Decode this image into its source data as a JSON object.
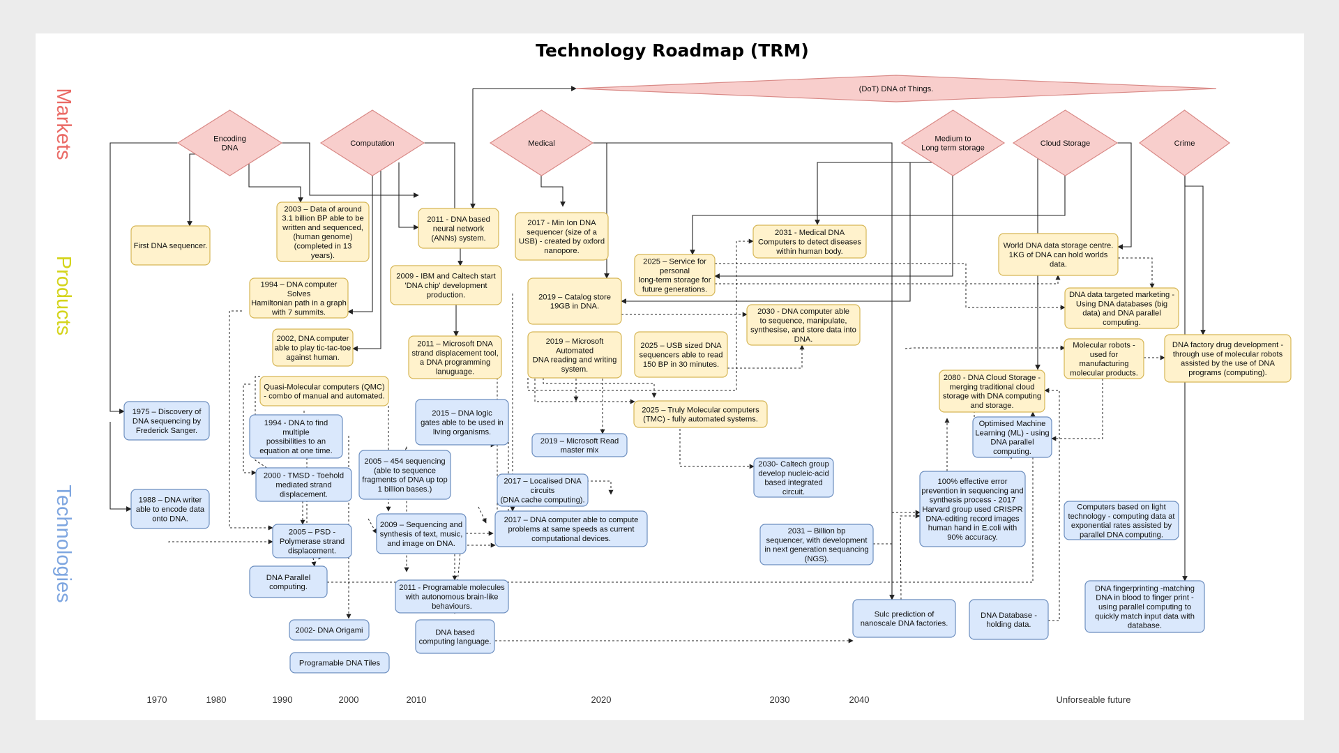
{
  "title": "Technology Roadmap (TRM)",
  "colors": {
    "market_fill": "#f8cecc",
    "market_stroke": "#d98a87",
    "product_fill": "#fff2cc",
    "product_stroke": "#d6b656",
    "tech_fill": "#dae8fc",
    "tech_stroke": "#6c8ebf",
    "band_markets": "#ea6b66",
    "band_products": "#d4d41c",
    "band_technologies": "#7ea6e0",
    "year_highlight": "#2d8a2d"
  },
  "bands": [
    {
      "id": "markets",
      "label": "Markets",
      "color": "#ea6b66"
    },
    {
      "id": "products",
      "label": "Products",
      "color": "#d4d41c"
    },
    {
      "id": "technologies",
      "label": "Technologies",
      "color": "#7ea6e0"
    }
  ],
  "years": [
    {
      "label": "1970",
      "color": "#333333"
    },
    {
      "label": "1980",
      "color": "#333333"
    },
    {
      "label": "1990",
      "color": "#333333"
    },
    {
      "label": "2000",
      "color": "#333333"
    },
    {
      "label": "2010",
      "color": "#333333"
    },
    {
      "label": "2020",
      "color": "#2d8a2d"
    },
    {
      "label": "2030",
      "color": "#333333"
    },
    {
      "label": "2040",
      "color": "#333333"
    },
    {
      "label": "Unforseable future",
      "color": "#333333"
    }
  ],
  "markets": [
    {
      "id": "m_dot",
      "lines": [
        "(DoT) DNA of Things."
      ]
    },
    {
      "id": "m_encoding",
      "lines": [
        "Encoding",
        "DNA"
      ]
    },
    {
      "id": "m_computation",
      "lines": [
        "Computation"
      ]
    },
    {
      "id": "m_medical",
      "lines": [
        "Medical"
      ]
    },
    {
      "id": "m_medium",
      "lines": [
        "Medium to",
        "Long term storage"
      ]
    },
    {
      "id": "m_cloud",
      "lines": [
        "Cloud Storage"
      ]
    },
    {
      "id": "m_crime",
      "lines": [
        "Crime"
      ]
    }
  ],
  "products": [
    {
      "id": "p_first",
      "lines": [
        "First DNA sequencer."
      ]
    },
    {
      "id": "p_2003",
      "lines": [
        "2003 – Data of around",
        "3.1 billion BP able to be",
        "written and sequenced,",
        "(human genome)",
        "(completed in 13",
        "years)."
      ]
    },
    {
      "id": "p_2011ann",
      "lines": [
        "2011 - DNA based",
        "neural network",
        "(ANNs) system."
      ]
    },
    {
      "id": "p_2017min",
      "lines": [
        "2017 - Min Ion DNA",
        "sequencer (size of a",
        "USB) - created by oxford",
        "nanopore."
      ]
    },
    {
      "id": "p_2031med",
      "lines": [
        "2031 - Medical DNA",
        "Computers to detect diseases",
        "within human body."
      ]
    },
    {
      "id": "p_world",
      "lines": [
        "World DNA data storage centre.",
        "1KG of DNA can hold worlds",
        "data."
      ]
    },
    {
      "id": "p_1994ham",
      "lines": [
        "1994 – DNA computer",
        "Solves",
        "Hamiltonian path in a graph",
        "with 7 summits."
      ]
    },
    {
      "id": "p_2009ibm",
      "lines": [
        "2009 - IBM and Caltech start",
        "'DNA chip' development",
        "production."
      ]
    },
    {
      "id": "p_2019cat",
      "lines": [
        "2019 – Catalog store",
        "19GB in DNA."
      ]
    },
    {
      "id": "p_2025svc",
      "lines": [
        "2025 – Service for",
        "personal",
        "long-term storage for",
        "future generations."
      ]
    },
    {
      "id": "p_2030comp",
      "lines": [
        "2030 - DNA computer able",
        "to sequence, manipulate,",
        "synthesise, and store data into",
        "DNA."
      ]
    },
    {
      "id": "p_target",
      "lines": [
        "DNA data targeted marketing -",
        "Using DNA databases (big",
        "data) and DNA parallel",
        "computing."
      ]
    },
    {
      "id": "p_2002tic",
      "lines": [
        "2002, DNA computer",
        "able to play tic-tac-toe",
        "against human."
      ]
    },
    {
      "id": "p_2011ms",
      "lines": [
        "2011 – Microsoft DNA",
        "strand displacement tool,",
        "a DNA programming",
        "lanuguage."
      ]
    },
    {
      "id": "p_2019auto",
      "lines": [
        "2019 – Microsoft",
        "Automated",
        "DNA reading and writing",
        "system."
      ]
    },
    {
      "id": "p_2025usb",
      "lines": [
        "2025 – USB sized DNA",
        "sequencers able to read",
        "150 BP in 30 minutes."
      ]
    },
    {
      "id": "p_robots",
      "lines": [
        "Molecular robots -",
        "used for",
        "manufacturing",
        "molecular products."
      ]
    },
    {
      "id": "p_factory",
      "lines": [
        "DNA factory drug development -",
        "through use of molecular robots",
        "assisted by the use of DNA",
        "programs (computing)."
      ]
    },
    {
      "id": "p_qmc",
      "lines": [
        "Quasi-Molecular computers (QMC)",
        "- combo of manual and automated."
      ]
    },
    {
      "id": "p_tmc",
      "lines": [
        "2025 – Truly Molecular computers",
        "(TMC) - fully automated systems."
      ]
    },
    {
      "id": "p_2080",
      "lines": [
        "2080 - DNA Cloud Storage -",
        "merging traditional cloud",
        "storage with DNA computing",
        "and storage."
      ]
    }
  ],
  "technologies": [
    {
      "id": "t_1975",
      "lines": [
        "1975 – Discovery of",
        "DNA sequencing by",
        "Frederick Sanger."
      ]
    },
    {
      "id": "t_1994eq",
      "lines": [
        "1994 - DNA to find",
        "multiple",
        "possibilities to an",
        "equation at one time."
      ]
    },
    {
      "id": "t_2015",
      "lines": [
        "2015 – DNA logic",
        "gates able to be used in",
        "living organisms."
      ]
    },
    {
      "id": "t_2019read",
      "lines": [
        "2019 – Microsoft Read",
        "master mix"
      ]
    },
    {
      "id": "t_ml",
      "lines": [
        "Optimised Machine",
        "Learning (ML) - using",
        "DNA parallel",
        "computing."
      ]
    },
    {
      "id": "t_2000tmsd",
      "lines": [
        "2000 - TMSD - Toehold",
        "mediated strand",
        "displacement."
      ]
    },
    {
      "id": "t_2005seq",
      "lines": [
        "2005 – 454 sequencing",
        "(able to sequence",
        "fragments of DNA up top",
        "1 billion bases.)"
      ]
    },
    {
      "id": "t_2017loc",
      "lines": [
        "2017 – Localised DNA",
        "circuits",
        "(DNA cache computing)."
      ]
    },
    {
      "id": "t_2030cal",
      "lines": [
        "2030- Caltech group",
        "develop nucleic-acid",
        "based integrated",
        "circuit."
      ]
    },
    {
      "id": "t_error",
      "lines": [
        "100% effective error",
        "prevention in sequencing and",
        "synthesis process - 2017",
        "Harvard group used CRISPR",
        "DNA-editing record images",
        "human hand in E.coli with",
        "90% accuracy."
      ]
    },
    {
      "id": "t_1988",
      "lines": [
        "1988 – DNA writer",
        "able to encode data",
        "onto DNA."
      ]
    },
    {
      "id": "t_2005psd",
      "lines": [
        "2005 – PSD  -",
        "Polymerase strand",
        "displacement."
      ]
    },
    {
      "id": "t_2009syn",
      "lines": [
        "2009 – Sequencing and",
        "synthesis of text, music,",
        "and image on DNA."
      ]
    },
    {
      "id": "t_2017comp",
      "lines": [
        "2017 – DNA computer able to compute",
        "problems at same speeds as current",
        "computational devices."
      ]
    },
    {
      "id": "t_2031bp",
      "lines": [
        "2031 – Billion bp",
        "sequencer, with development",
        "in next generation sequancing",
        "(NGS)."
      ]
    },
    {
      "id": "t_light",
      "lines": [
        "Computers based on light",
        "technology - computing data at",
        "exponential rates assisted by",
        "parallel DNA computing."
      ]
    },
    {
      "id": "t_parallel",
      "lines": [
        "DNA Parallel",
        "computing."
      ]
    },
    {
      "id": "t_2011prog",
      "lines": [
        "2011 - Programable molecules",
        "with autonomous brain-like",
        "behaviours."
      ]
    },
    {
      "id": "t_fingerprint",
      "lines": [
        "DNA fingerprinting -matching",
        "DNA in blood to finger print -",
        "using parallel computing to",
        "quickly match input data with",
        "database."
      ]
    },
    {
      "id": "t_origami",
      "lines": [
        "2002- DNA Origami"
      ]
    },
    {
      "id": "t_lang",
      "lines": [
        "DNA based",
        "computing language."
      ]
    },
    {
      "id": "t_sulc",
      "lines": [
        "Sulc prediction of",
        "nanoscale DNA factories."
      ]
    },
    {
      "id": "t_database",
      "lines": [
        "DNA Database -",
        "holding data."
      ]
    },
    {
      "id": "t_tiles",
      "lines": [
        "Programable DNA Tiles"
      ]
    }
  ]
}
